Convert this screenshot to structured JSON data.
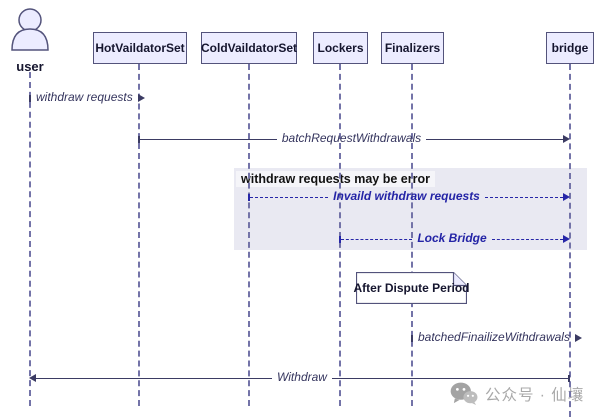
{
  "diagram": {
    "actors": [
      {
        "label": "user",
        "type": "actor"
      },
      {
        "label": "HotVaildatorSet",
        "type": "participant"
      },
      {
        "label": "ColdVaildatorSet",
        "type": "participant"
      },
      {
        "label": "Lockers",
        "type": "participant"
      },
      {
        "label": "Finalizers",
        "type": "participant"
      },
      {
        "label": "bridge",
        "type": "participant"
      }
    ],
    "messages": [
      {
        "text": "withdraw requests",
        "from": "user",
        "to": "HotVaildatorSet",
        "line": "solid"
      },
      {
        "text": "batchRequestWithdrawals",
        "from": "HotVaildatorSet",
        "to": "bridge",
        "line": "solid"
      },
      {
        "text": "Invaild withdraw requests",
        "from": "ColdVaildatorSet",
        "to": "bridge",
        "line": "dashed"
      },
      {
        "text": "Lock Bridge",
        "from": "Lockers",
        "to": "bridge",
        "line": "dashed"
      },
      {
        "text": "batchedFinailizeWithdrawals",
        "from": "Finalizers",
        "to": "bridge",
        "line": "dashed"
      },
      {
        "text": "Withdraw",
        "from": "bridge",
        "to": "user",
        "line": "solid"
      }
    ],
    "fragment": {
      "label": "withdraw requests may be error"
    },
    "note": {
      "text": "After Dispute Period"
    },
    "watermark": {
      "icon": "wechat-icon",
      "text": "公众号 · 仙壤"
    }
  },
  "colors": {
    "participant_fill": "#ECECFF",
    "participant_border": "#53537b",
    "lifeline": "#7373a8",
    "message_line": "#3b3b63",
    "fragment_message": "#2626a8",
    "fragment_fill": "#e9e9f2",
    "note_fill": "#ffffff",
    "watermark_text": "#a9a9a9"
  }
}
